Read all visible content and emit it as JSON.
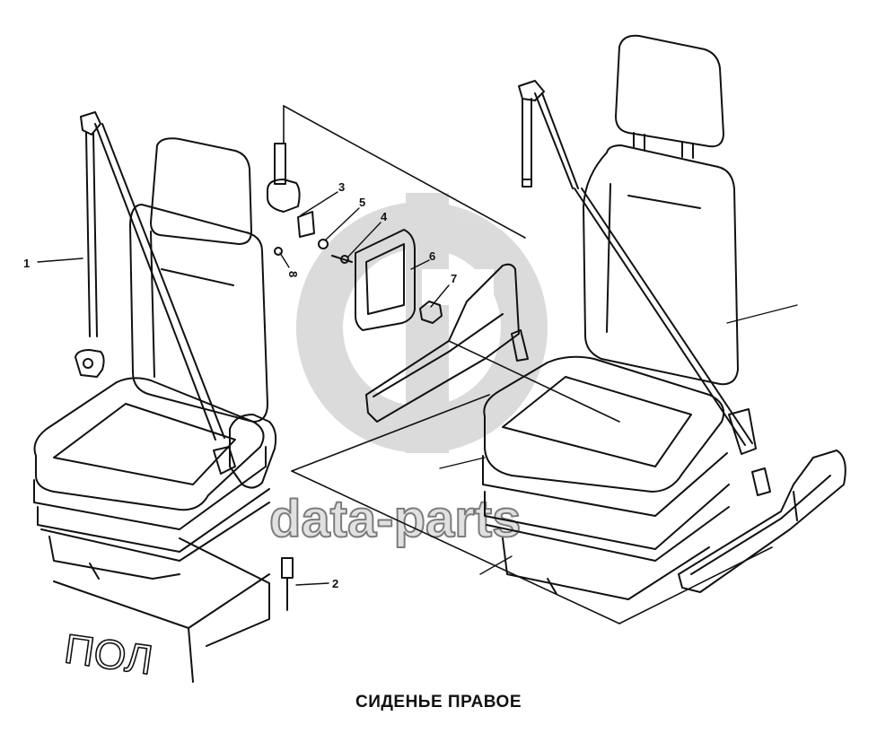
{
  "caption": "СИДЕНЬЕ ПРАВОЕ",
  "callouts": [
    "1",
    "2",
    "3",
    "4",
    "5",
    "6",
    "7",
    "8"
  ],
  "watermark": "data-parts",
  "stencil": "ПОЛ",
  "colors": {
    "ink": "#111111",
    "watermark": "#b8b8b8",
    "background": "#ffffff"
  }
}
